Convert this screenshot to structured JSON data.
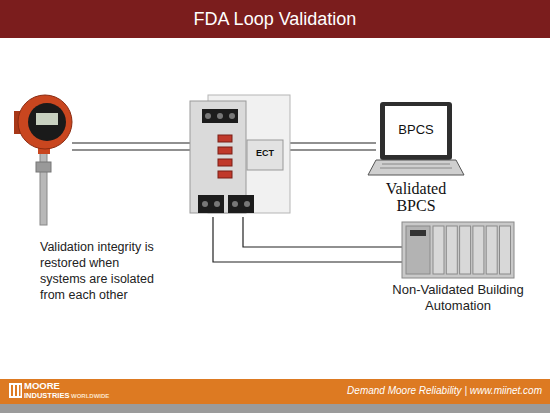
{
  "diagram": {
    "title": "FDA Loop Validation",
    "nodes": [
      {
        "text": [
          "ECT"
        ]
      },
      {
        "text": [
          "BPCS",
          "Validated BPCS"
        ]
      },
      {
        "text": [
          "Non-Validated Building Automation"
        ]
      }
    ],
    "edges": [
      {
        "from": 0,
        "to": 1,
        "arrow": "none"
      },
      {
        "from": 0,
        "to": 2,
        "arrow": "none"
      }
    ],
    "labels": [
      "Validation integrity is restored when systems are isolated from each other",
      "MOORE",
      "INDUSTRIES",
      "WORLDWIDE",
      "Demand Moore Reliability | www.miinet.com"
    ]
  }
}
